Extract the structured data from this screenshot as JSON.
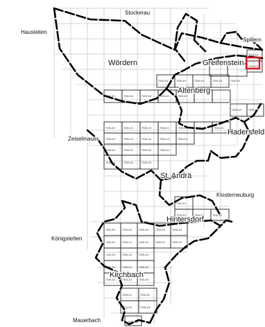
{
  "places": {
    "stockerau": "Stockerau",
    "hausleiten": "Hausleiten",
    "spillern": "Spillern",
    "woerdern": "Wördern",
    "greifenstein": "Greifenstein",
    "altenberg": "Altenberg",
    "hadersfeld": "Hadersfeld",
    "zeiselmauer": "Zeiselmauer",
    "st_andrae": "St. Andrä",
    "klosterneuburg": "Klosterneuburg",
    "hintersdorf": "Hintersdorf",
    "koenigstetten": "Königstetten",
    "kirchbach": "Kirchbach",
    "mauerbach": "Mauerbach"
  },
  "sheets": {
    "r1": [
      "7535-1/2",
      "7535-2/1"
    ],
    "r2": [
      "7530-3/4",
      "7535-4/3",
      "7535-4/4",
      "7535-3/3",
      "7535-3/4"
    ],
    "r3": [
      "7535-3/1",
      "7535-3/2",
      "7535-3/4",
      "7535-4/1",
      "7535-4/2",
      "7535-4/3",
      "7535-4/4"
    ],
    "r4": [
      "7435-2/2",
      "7535-1/1",
      "7535-1/2",
      "7535-2/1",
      "7535-2/2",
      "7535-3/3",
      "7535-3/4"
    ],
    "r5": [
      "7435-2/4",
      "7535-1/3",
      "7535-1/4",
      "7535-2/3",
      "7535-2/4"
    ],
    "r6": [
      "7435-4/2",
      "7535-3/1",
      "7535-3/2",
      "7535-4/1"
    ],
    "r7": [
      "7435-4/4",
      "7535-3/3",
      "7535-3/4"
    ],
    "r8": [
      "7530-3/1",
      "7530-3/2",
      "7535-3/1",
      "7535-3/2"
    ],
    "r9": [
      "7530-3/4",
      "7535-4/3",
      "7535-4/4",
      "7535-3/3",
      "7535-3/4"
    ],
    "r10": [
      "7435-2/2",
      "7535-1/1",
      "7535-1/2",
      "7535-2/1",
      "7535-2/2"
    ],
    "r11": [
      "7435-2/4",
      "7535-1/3",
      "7535-1/4"
    ],
    "r12": [
      "7435-4/2",
      "7535-3/1",
      "7535-3/2"
    ],
    "r13": [
      "7435-4/4",
      "7535-3/3",
      "7535-3/4"
    ],
    "r14": [
      "7535-4/1",
      "7535-4/2"
    ],
    "r15": [
      "7535-4/3",
      "7535-4/4"
    ],
    "r16": [
      "7535-2/1"
    ]
  },
  "colors": {
    "boundary": "#000000",
    "grid": "#c8c8c8",
    "sheet_outline": "#222222",
    "marker": "#e0141e"
  },
  "icons": {
    "highlight": "red-square-marker-icon"
  }
}
